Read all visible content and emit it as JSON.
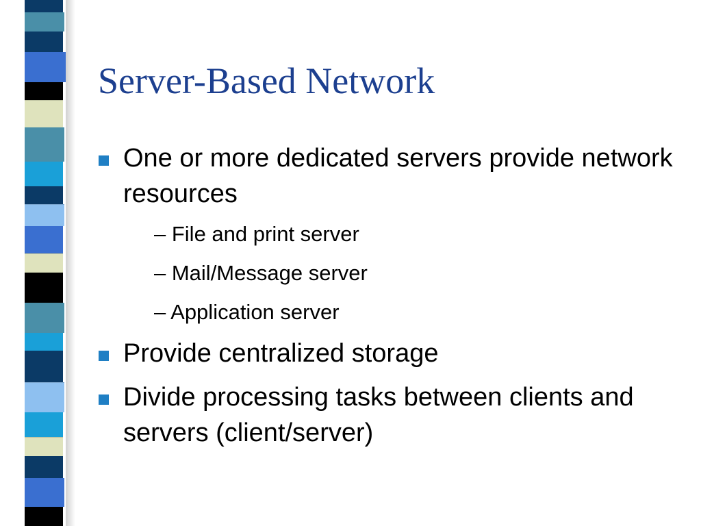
{
  "slide": {
    "title": "Server-Based Network",
    "bullets": [
      {
        "text": "One or more dedicated servers provide network resources",
        "subitems": [
          "– File and print server",
          "– Mail/Message server",
          "– Application server"
        ]
      },
      {
        "text": "Provide centralized storage"
      },
      {
        "text": "Divide processing tasks between clients and servers (client/server)"
      }
    ]
  },
  "colors": {
    "title": "#1c3f8f",
    "bullet_marker": "#1f7fc4",
    "bar_palette": [
      "#0b3a66",
      "#4a8fa8",
      "#3a6fd0",
      "#000000",
      "#dfe3bd",
      "#1aa0d8",
      "#8ec0f0",
      "#0f4a78"
    ]
  },
  "decor": {
    "bar_marker_icon": "square-bullet-icon",
    "left_bar": "striped-vertical-bar"
  }
}
